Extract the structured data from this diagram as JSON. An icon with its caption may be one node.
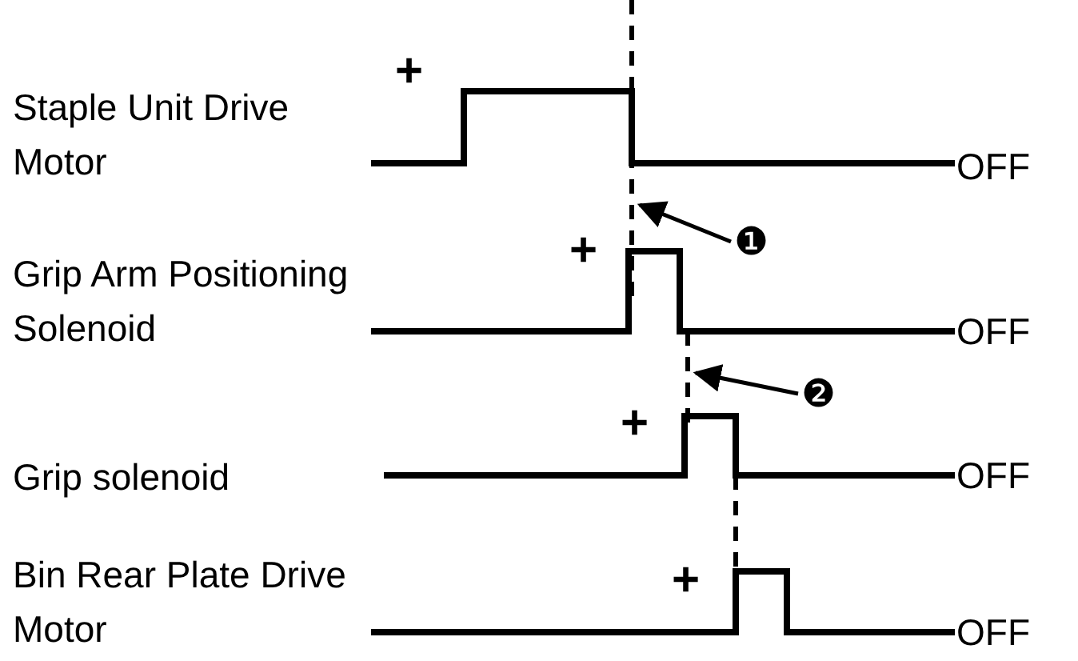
{
  "diagram": {
    "nodes": [
      {
        "text": [
          "❶"
        ]
      },
      {
        "text": [
          "❷"
        ]
      }
    ],
    "edges": [
      {
        "from": 0,
        "to": null,
        "arrow": "to"
      },
      {
        "from": 1,
        "to": null,
        "arrow": "to"
      }
    ],
    "labels": [
      "Staple Unit Drive Motor",
      "+",
      "OFF",
      "Grip Arm Positioning Solenoid",
      "+",
      "OFF",
      "Grip solenoid",
      "+",
      "OFF",
      "Bin Rear Plate Drive Motor",
      "+",
      "OFF"
    ]
  }
}
